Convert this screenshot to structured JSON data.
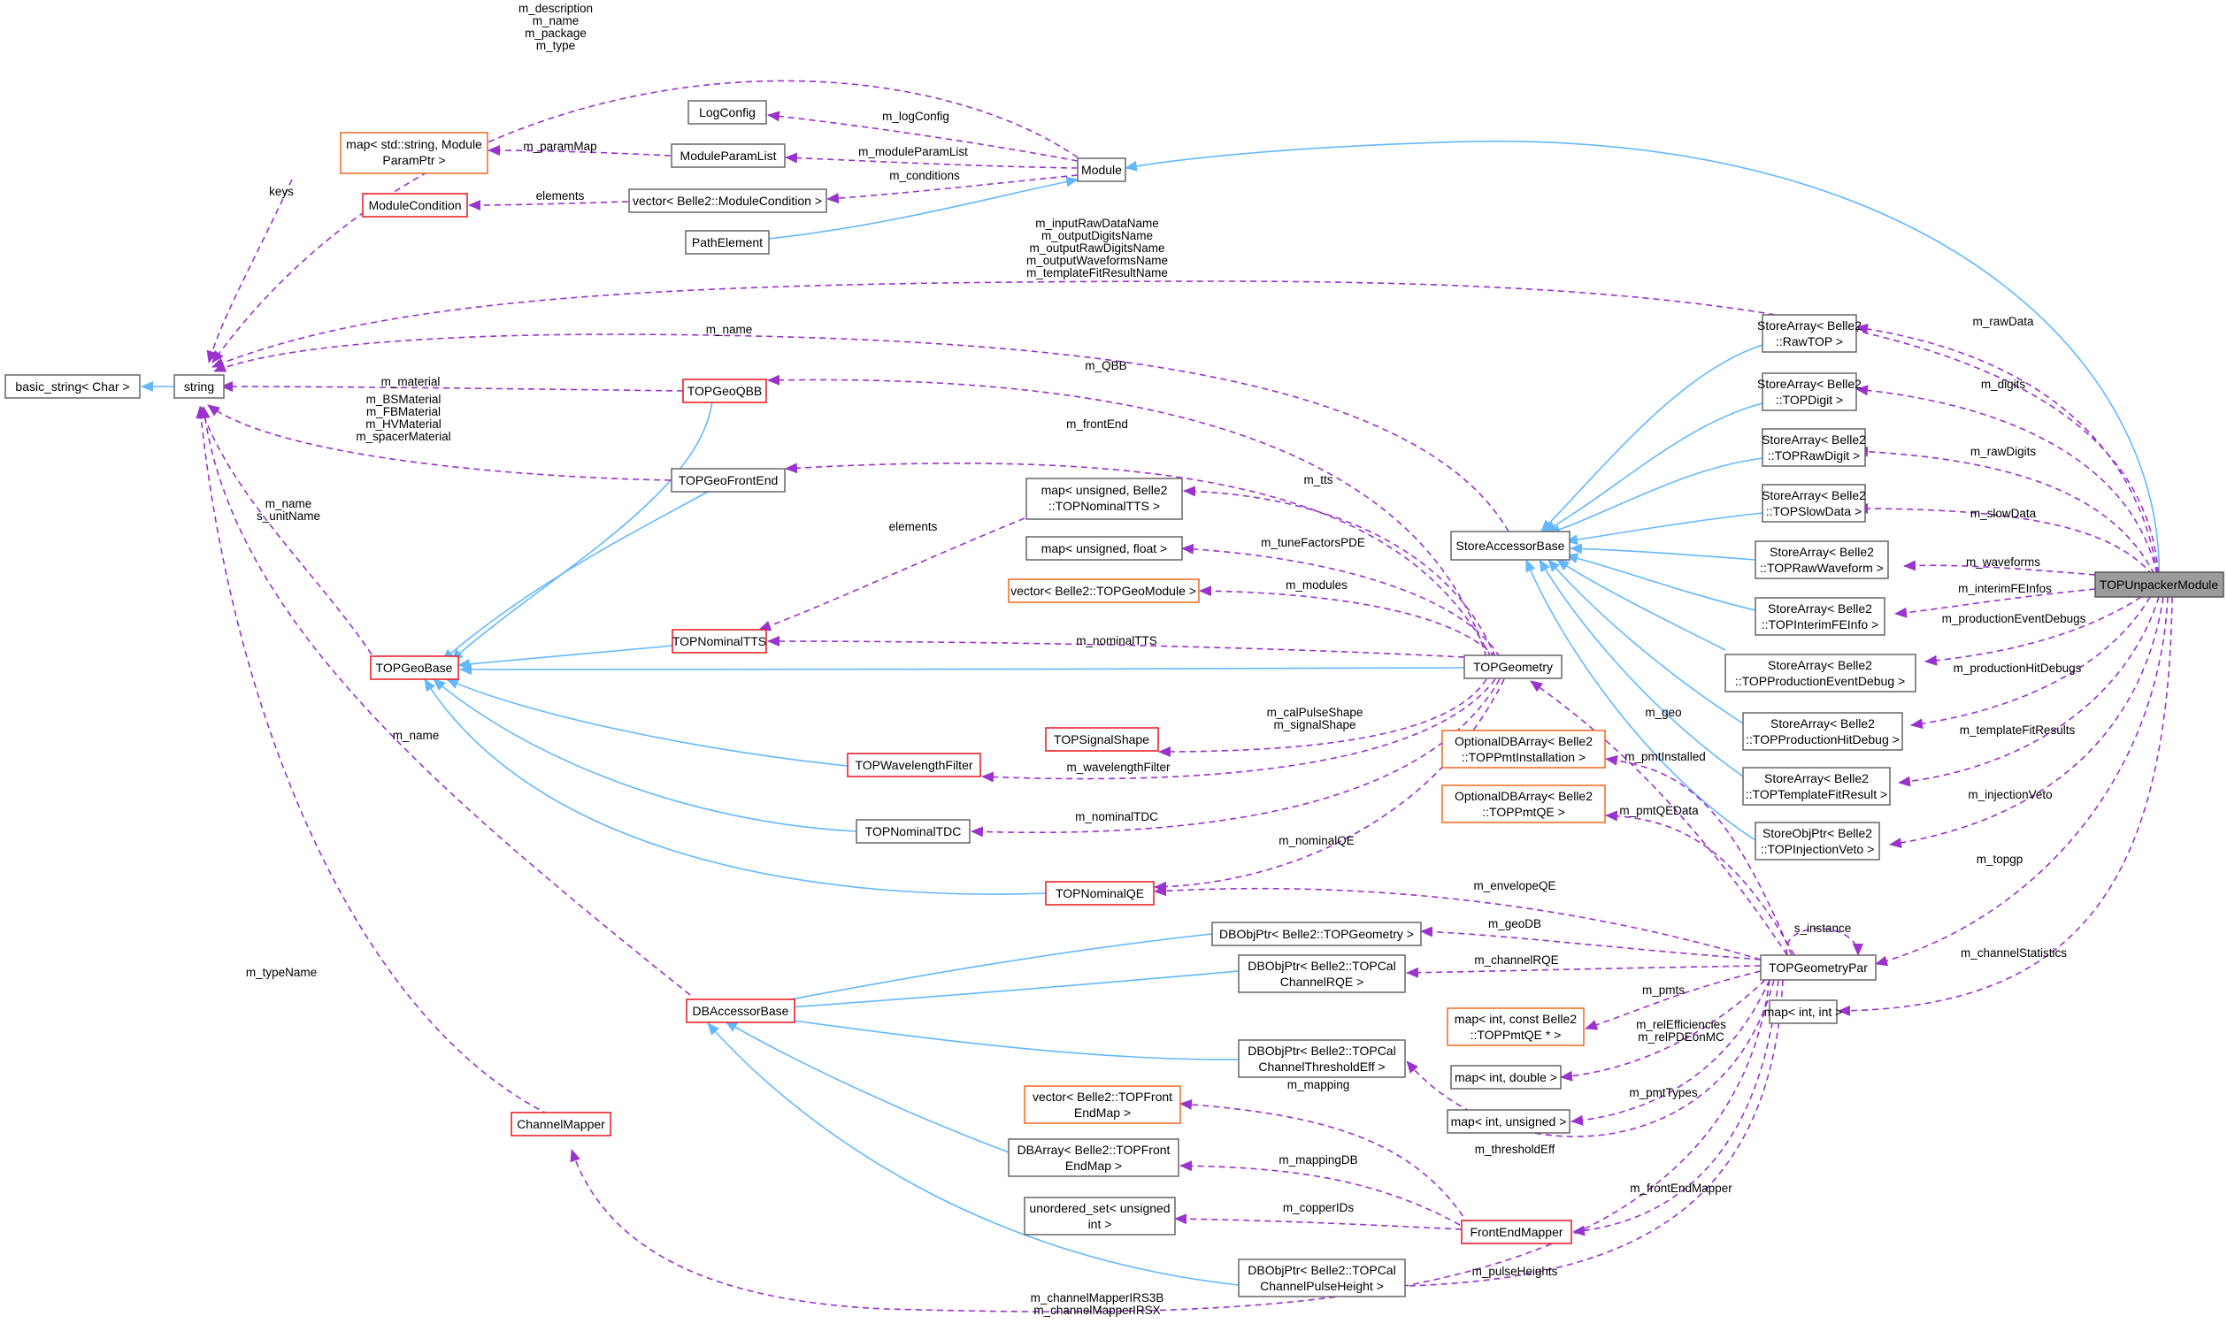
{
  "nodes": {
    "basic_string": "basic_string< Char >",
    "string": "string",
    "map_string_module": [
      "map< std::string, Module",
      "ParamPtr >"
    ],
    "module_condition": "ModuleCondition",
    "log_config": "LogConfig",
    "module_param_list": "ModuleParamList",
    "vector_module_condition": "vector< Belle2::ModuleCondition >",
    "path_element": "PathElement",
    "module": "Module",
    "top_geo_qbb": "TOPGeoQBB",
    "top_geo_front_end": "TOPGeoFrontEnd",
    "top_geo_base": "TOPGeoBase",
    "map_unsigned_tts": [
      "map< unsigned, Belle2",
      "::TOPNominalTTS >"
    ],
    "map_unsigned_float": "map< unsigned, float >",
    "vector_geo_module": "vector< Belle2::TOPGeoModule >",
    "top_nominal_tts": "TOPNominalTTS",
    "top_signal_shape": "TOPSignalShape",
    "top_wavelength_filter": "TOPWavelengthFilter",
    "top_nominal_tdc": "TOPNominalTDC",
    "top_nominal_qe": "TOPNominalQE",
    "top_geometry": "TOPGeometry",
    "store_accessor_base": "StoreAccessorBase",
    "sa_raw_top": [
      "StoreArray< Belle2",
      "::RawTOP >"
    ],
    "sa_top_digit": [
      "StoreArray< Belle2",
      "::TOPDigit >"
    ],
    "sa_top_raw_digit": [
      "StoreArray< Belle2",
      "::TOPRawDigit >"
    ],
    "sa_top_slow_data": [
      "StoreArray< Belle2",
      "::TOPSlowData >"
    ],
    "sa_top_raw_waveform": [
      "StoreArray< Belle2",
      "::TOPRawWaveform >"
    ],
    "sa_top_interim_fe_info": [
      "StoreArray< Belle2",
      "::TOPInterimFEInfo >"
    ],
    "sa_production_event_debug": [
      "StoreArray< Belle2",
      "::TOPProductionEventDebug >"
    ],
    "sa_production_hit_debug": [
      "StoreArray< Belle2",
      "::TOPProductionHitDebug >"
    ],
    "sa_template_fit_result": [
      "StoreArray< Belle2",
      "::TOPTemplateFitResult >"
    ],
    "sop_injection_veto": [
      "StoreObjPtr< Belle2",
      "::TOPInjectionVeto >"
    ],
    "top_unpacker_module": "TOPUnpackerModule",
    "opt_pmt_installation": [
      "OptionalDBArray< Belle2",
      "::TOPPmtInstallation >"
    ],
    "opt_pmt_qe": [
      "OptionalDBArray< Belle2",
      "::TOPPmtQE >"
    ],
    "db_top_geometry": "DBObjPtr< Belle2::TOPGeometry >",
    "db_channel_rqe": [
      "DBObjPtr< Belle2::TOPCal",
      "ChannelRQE >"
    ],
    "db_accessor_base": "DBAccessorBase",
    "db_threshold_eff": [
      "DBObjPtr< Belle2::TOPCal",
      "ChannelThresholdEff >"
    ],
    "vector_front_end_map": [
      "vector< Belle2::TOPFront",
      "EndMap >"
    ],
    "db_array_front_end_map": [
      "DBArray< Belle2::TOPFront",
      "EndMap >"
    ],
    "unordered_set_unsigned": [
      "unordered_set< unsigned",
      "int >"
    ],
    "db_pulse_height": [
      "DBObjPtr< Belle2::TOPCal",
      "ChannelPulseHeight >"
    ],
    "channel_mapper": "ChannelMapper",
    "front_end_mapper": "FrontEndMapper",
    "top_geometry_par": "TOPGeometryPar",
    "map_int_pmt_qe": [
      "map< int, const Belle2",
      "::TOPPmtQE * >"
    ],
    "map_int_double": "map< int, double >",
    "map_int_unsigned": "map< int, unsigned >",
    "map_int_int": "map< int, int >"
  },
  "edge_labels": {
    "module_to_string": [
      "m_description",
      "m_name",
      "m_package",
      "m_type"
    ],
    "keys": "keys",
    "m_param_map": "m_paramMap",
    "elements_cond": "elements",
    "m_log_config": "m_logConfig",
    "m_module_param_list": "m_moduleParamList",
    "m_conditions": "m_conditions",
    "unpacker_to_string": [
      "m_inputRawDataName",
      "m_outputDigitsName",
      "m_outputRawDigitsName",
      "m_outputWaveformsName",
      "m_templateFitResultName"
    ],
    "m_name_geom": "m_name",
    "m_material": "m_material",
    "frontend_materials": [
      "m_BSMaterial",
      "m_FBMaterial",
      "m_HVMaterial",
      "m_spacerMaterial"
    ],
    "base_names": [
      "m_name",
      "s_unitName"
    ],
    "m_qbb": "m_QBB",
    "m_front_end": "m_frontEnd",
    "m_tts": "m_tts",
    "elements_tts": "elements",
    "m_tune_factors_pde": "m_tuneFactorsPDE",
    "m_modules": "m_modules",
    "m_nominal_tts": "m_nominalTTS",
    "signal_shapes": [
      "m_calPulseShape",
      "m_signalShape"
    ],
    "m_wavelength_filter": "m_wavelengthFilter",
    "m_nominal_tdc": "m_nominalTDC",
    "m_nominal_qe": "m_nominalQE",
    "m_name_db": "m_name",
    "m_type_name": "m_typeName",
    "m_raw_data": "m_rawData",
    "m_digits": "m_digits",
    "m_raw_digits": "m_rawDigits",
    "m_slow_data": "m_slowData",
    "m_waveforms": "m_waveforms",
    "m_interim_fe_infos": "m_interimFEInfos",
    "m_production_event_debugs": "m_productionEventDebugs",
    "m_production_hit_debugs": "m_productionHitDebugs",
    "m_template_fit_results": "m_templateFitResults",
    "m_injection_veto": "m_injectionVeto",
    "m_topgp": "m_topgp",
    "m_channel_statistics": "m_channelStatistics",
    "m_geo": "m_geo",
    "m_pmt_installed": "m_pmtInstalled",
    "m_pmt_qe_data": "m_pmtQEData",
    "m_envelope_qe": "m_envelopeQE",
    "s_instance": "s_instance",
    "m_geo_db": "m_geoDB",
    "m_channel_rqe": "m_channelRQE",
    "m_pmts": "m_pmts",
    "rel_efficiencies": [
      "m_relEfficiencies",
      "m_relPDEonMC"
    ],
    "m_pmt_types": "m_pmtTypes",
    "m_threshold_eff": "m_thresholdEff",
    "m_mapping": "m_mapping",
    "m_front_end_mapper": "m_frontEndMapper",
    "m_mapping_db": "m_mappingDB",
    "m_copper_ids": "m_copperIDs",
    "m_pulse_heights": "m_pulseHeights",
    "channel_mappers": [
      "m_channelMapperIRS3B",
      "m_channelMapperIRSX"
    ]
  },
  "colors": {
    "inheritance_edge": "#63b8ff",
    "usage_edge": "#9a32cd",
    "box_border": "#666666",
    "undocumented_border": "#e8141c",
    "template_border": "#f0691e",
    "focus_fill": "#9b9b9b"
  }
}
